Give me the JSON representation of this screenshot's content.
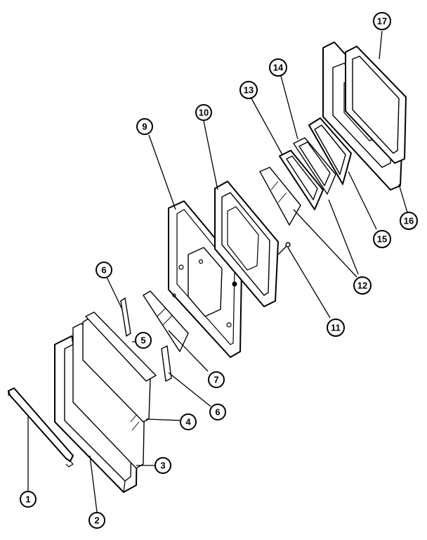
{
  "callouts": {
    "c1": "1",
    "c2": "2",
    "c3": "3",
    "c4": "4",
    "c5": "5",
    "c6a": "6",
    "c6b": "6",
    "c7": "7",
    "c9": "9",
    "c10": "10",
    "c11": "11",
    "c12": "12",
    "c13": "13",
    "c14": "14",
    "c15": "15",
    "c16": "16",
    "c17": "17"
  }
}
